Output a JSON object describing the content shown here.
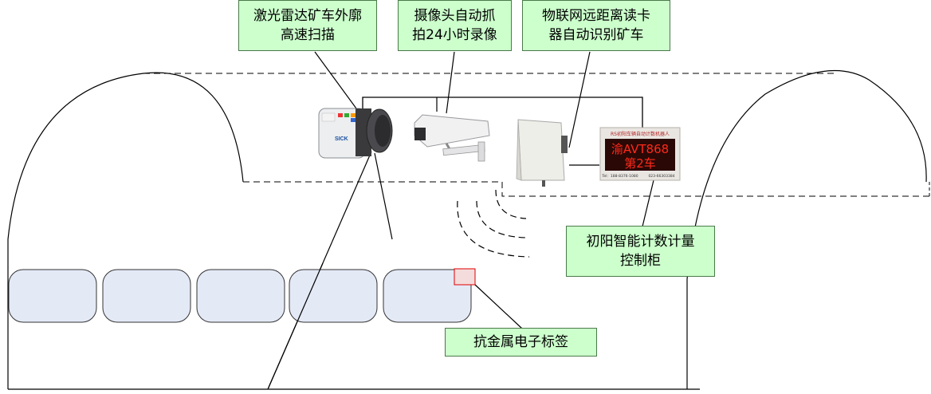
{
  "labels": {
    "lidar": "激光雷达矿车外廓\n高速扫描",
    "camera": "摄像头自动抓\n拍24小时录像",
    "rfid_reader": "物联网远距离读卡\n器自动识别矿车",
    "cabinet": "初阳智能计数计量\n控制柜",
    "tag": "抗金属电子标签"
  },
  "lidar_brand": "SICK",
  "display": {
    "header": "RS初阳车辆自动计数机器人",
    "line1": "渝AVT868",
    "line2": "第2车",
    "footer_left": "Tel：188-8376-1080",
    "footer_right": "023-66303384"
  },
  "colors": {
    "callout_fill": "#ccffcc",
    "led_red": "#ff2a1a",
    "tag_border": "#e00000",
    "car_fill": "#e4e9f6"
  }
}
